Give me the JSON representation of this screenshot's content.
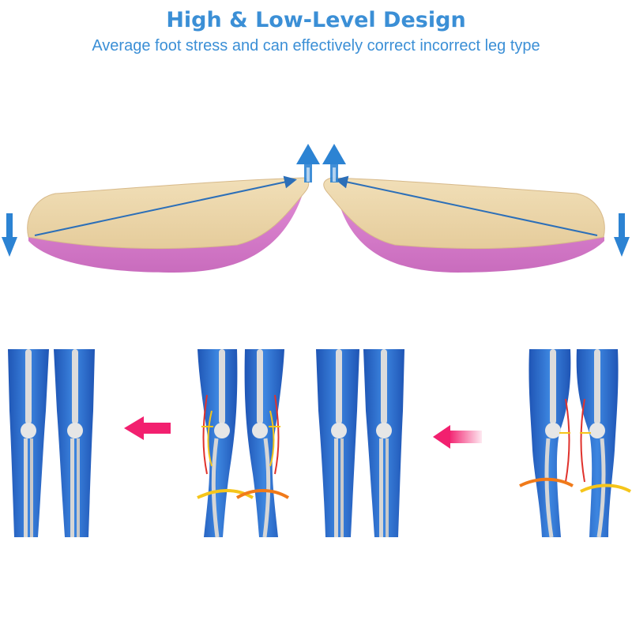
{
  "header": {
    "title": "High & Low-Level Design",
    "subtitle": "Average foot stress and can effectively correct incorrect leg type"
  },
  "colors": {
    "title": "#3b8fd6",
    "subtitle": "#3b8fd6",
    "insole_top": "#ecd7ab",
    "insole_base": "#d67fcb",
    "arrow_blue": "#2c83d3",
    "leg_blue": "#2f6fd0",
    "bone": "#d9d9d9",
    "pink_arrow": "#f2206f",
    "red_arrow": "#e0322c",
    "yellow_arrow": "#f5c51a",
    "orange_arrow": "#f07a1a"
  },
  "illustrations": {
    "insoles": {
      "left_insole": "heel-wedge-insole-left",
      "right_insole": "heel-wedge-insole-right",
      "indicators": [
        "down-arrow-icon",
        "up-arrow-icon",
        "up-arrow-icon",
        "down-arrow-icon"
      ]
    },
    "legs": [
      {
        "id": "corrected-legs-left",
        "state": "straight"
      },
      {
        "id": "o-shaped-legs",
        "state": "bow-legged"
      },
      {
        "id": "corrected-legs-right",
        "state": "straight"
      },
      {
        "id": "x-shaped-legs",
        "state": "knock-kneed"
      }
    ]
  }
}
